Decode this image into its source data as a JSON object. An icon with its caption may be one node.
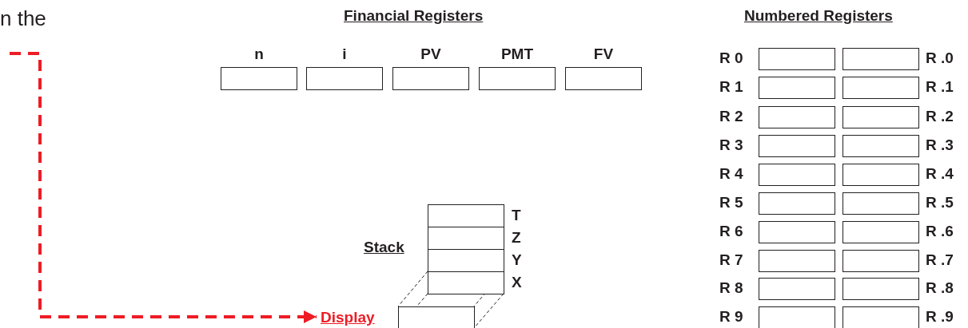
{
  "diagram": {
    "nodes": [
      {
        "text": [
          "n"
        ]
      },
      {
        "text": [
          "i"
        ]
      },
      {
        "text": [
          "PV"
        ]
      },
      {
        "text": [
          "PMT"
        ]
      },
      {
        "text": [
          "FV"
        ]
      },
      {
        "text": [
          "R 0"
        ]
      },
      {
        "text": [
          "R .0"
        ]
      },
      {
        "text": [
          "R 1"
        ]
      },
      {
        "text": [
          "R .1"
        ]
      },
      {
        "text": [
          "R 2"
        ]
      },
      {
        "text": [
          "R .2"
        ]
      },
      {
        "text": [
          "R 3"
        ]
      },
      {
        "text": [
          "R .3"
        ]
      },
      {
        "text": [
          "R 4"
        ]
      },
      {
        "text": [
          "R .4"
        ]
      },
      {
        "text": [
          "R 5"
        ]
      },
      {
        "text": [
          "R .5"
        ]
      },
      {
        "text": [
          "R 6"
        ]
      },
      {
        "text": [
          "R .6"
        ]
      },
      {
        "text": [
          "R 7"
        ]
      },
      {
        "text": [
          "R .7"
        ]
      },
      {
        "text": [
          "R 8"
        ]
      },
      {
        "text": [
          "R .8"
        ]
      },
      {
        "text": [
          "R 9"
        ]
      },
      {
        "text": [
          "R .9"
        ]
      },
      {
        "text": [
          "T"
        ]
      },
      {
        "text": [
          "Z"
        ]
      },
      {
        "text": [
          "Y"
        ]
      },
      {
        "text": [
          "X"
        ]
      },
      {
        "text": [
          "Display"
        ]
      }
    ],
    "edges": [
      {
        "from": null,
        "to": 29,
        "arrow": "to",
        "style": "dashed",
        "color": "#ee1c25"
      }
    ],
    "labels": [
      "n the",
      "Financial Registers",
      "Numbered Registers",
      "Stack"
    ]
  }
}
